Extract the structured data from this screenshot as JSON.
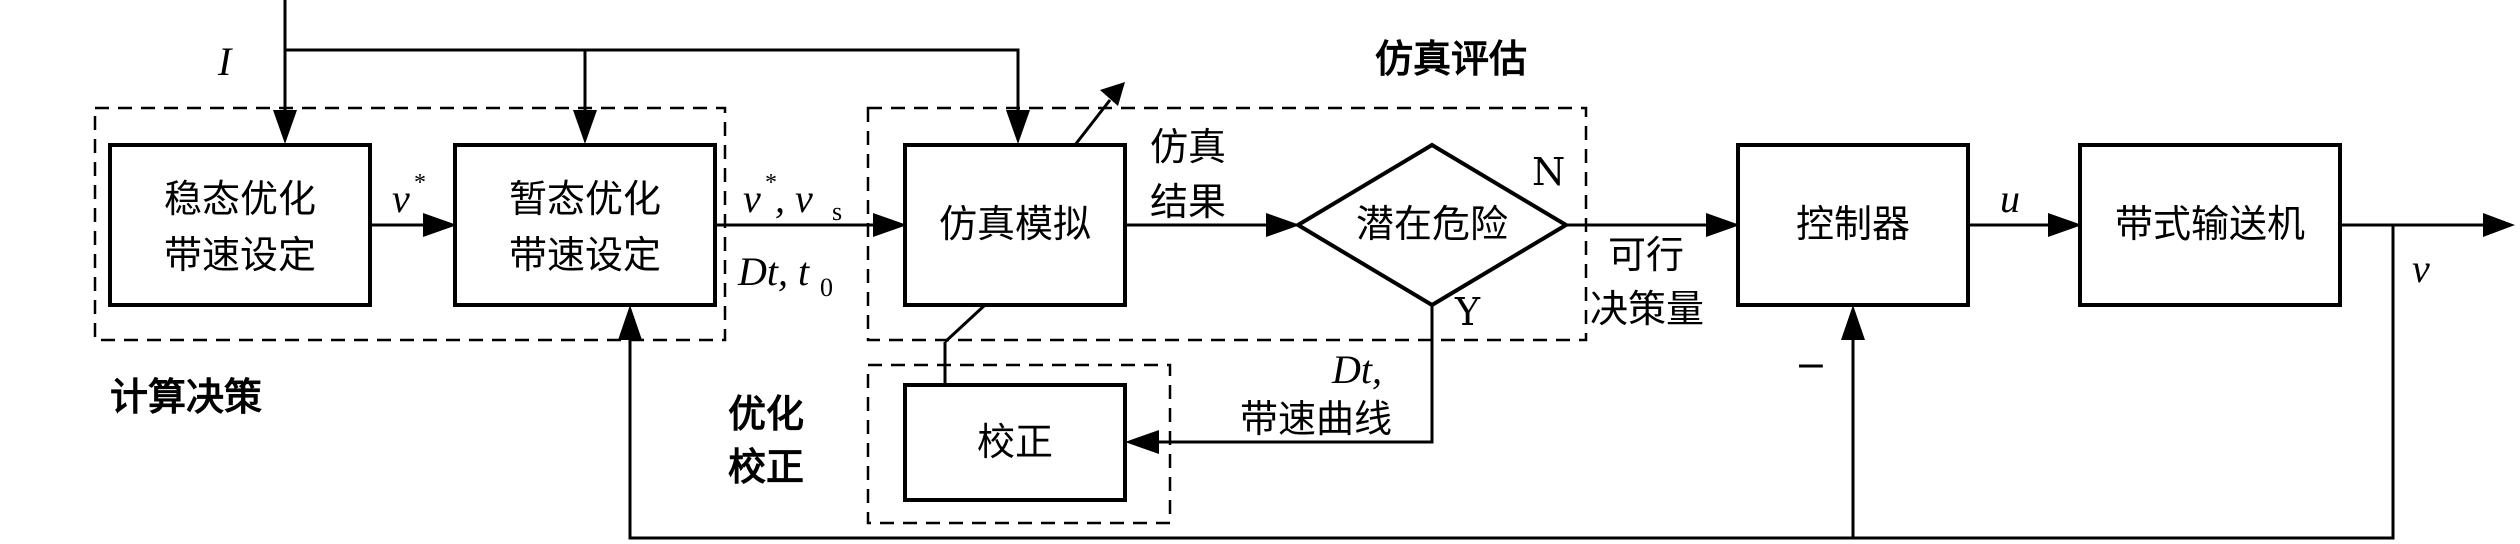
{
  "input_label": "I",
  "groups": {
    "calc": "计算决策",
    "sim": "仿真评估",
    "opt_line1": "优化",
    "opt_line2": "校正"
  },
  "blocks": {
    "steady_l1": "稳态优化",
    "steady_l2": "带速设定",
    "transient_l1": "暂态优化",
    "transient_l2": "带速设定",
    "simulation": "仿真模拟",
    "danger": "潜在危险",
    "correction": "校正",
    "controller": "控制器",
    "conveyor": "带式输送机"
  },
  "signals": {
    "v_star": "v",
    "star": "*",
    "v_star_vs": "v",
    "comma_v": ", v",
    "s_sub": "s",
    "dt_t0": "Dt, t",
    "zero_sub": "0",
    "sim_result_l1": "仿真",
    "sim_result_l2": "结果",
    "yes": "Y",
    "no": "N",
    "feasible_l1": "可行",
    "feasible_l2": "决策量",
    "dt_comma": "Dt,",
    "belt_curve": "带速曲线",
    "u": "u",
    "v": "v",
    "minus": "−"
  }
}
